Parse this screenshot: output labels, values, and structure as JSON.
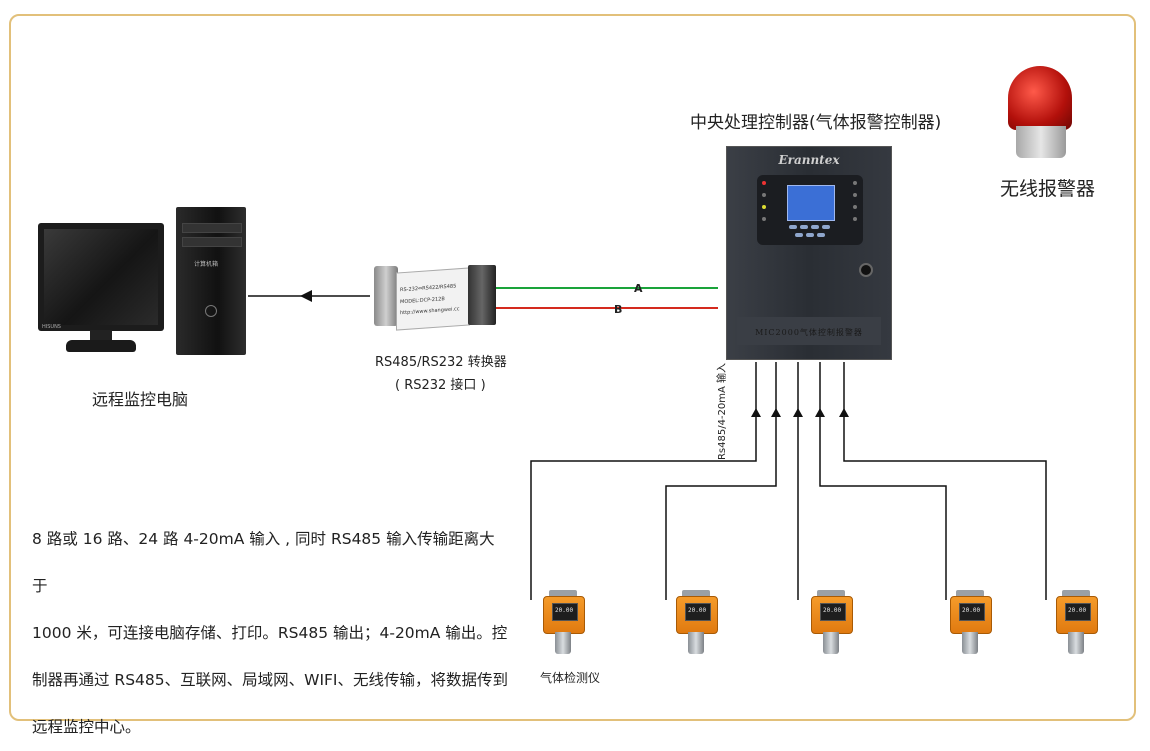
{
  "labels": {
    "controller_title": "中央处理控制器(气体报警控制器)",
    "controller_brand": "Eranntex",
    "controller_model": "MIC2000气体控制报警器",
    "wireless_alarm": "无线报警器",
    "remote_pc": "远程监控电脑",
    "converter_line1": "RS485/RS232 转换器",
    "converter_line2": "( RS232 接口 )",
    "line_a": "A",
    "line_b": "B",
    "input_label": "Rs485/4-20mA 输入",
    "gas_detector": "气体检测仪",
    "converter_face": [
      "RS-232⇔RS422/RS485",
      "MODEL:DCP-212B",
      "http://www.shangwei.cc"
    ],
    "tower_label": "计算机箱",
    "monitor_brand": "HISUNS",
    "detector_reading": "20.00"
  },
  "description": [
    "8 路或 16 路、24 路 4-20mA 输入 , 同时 RS485 输入传输距离大于",
    "1000 米，可连接电脑存储、打印。RS485 输出；4-20mA 输出。控",
    "制器再通过 RS485、互联网、局域网、WIFI、无线传输，将数据传到",
    "远程监控中心。"
  ],
  "colors": {
    "frame": "#e2c07a",
    "line_a": "#1aa33a",
    "line_b": "#d42a1e",
    "wire": "#111111",
    "detector_body": "#f0891a"
  }
}
